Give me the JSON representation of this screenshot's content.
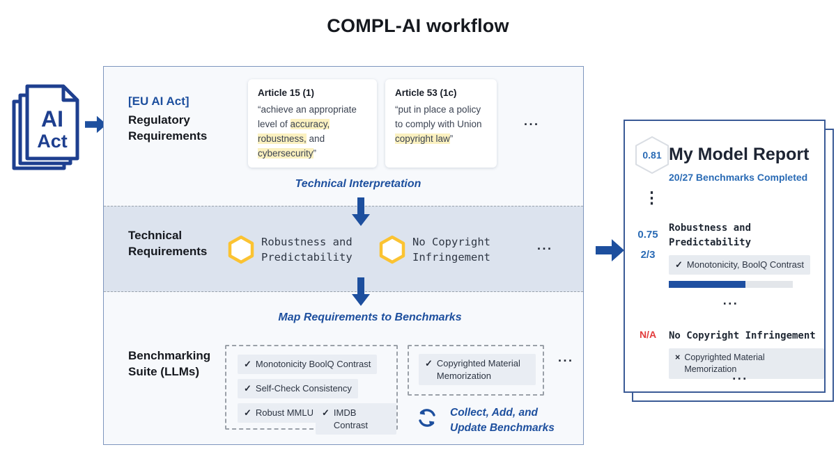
{
  "page": {
    "title": "COMPL-AI workflow"
  },
  "colors": {
    "accent_blue": "#1d4f9e",
    "text_blue": "#2a6bb5",
    "hex_yellow": "#fbc332",
    "highlight_yellow": "#fbf1c0",
    "fail_red": "#e23b3b",
    "band_bg": "#dce3ee"
  },
  "icons": {
    "check": "✓",
    "cross": "×",
    "more": "...",
    "more_v": "⋮"
  },
  "source_doc": {
    "line1": "AI",
    "line2": "Act"
  },
  "flow": {
    "regulatory": {
      "tag": "[EU AI Act]",
      "label": "Regulatory\nRequirements",
      "articles": [
        {
          "title": "Article 15 (1)",
          "segments": [
            {
              "t": "“achieve an appropriate level of ",
              "hl": false
            },
            {
              "t": "accuracy,",
              "hl": true
            },
            {
              "t": " ",
              "hl": false
            },
            {
              "t": "robustness,",
              "hl": true
            },
            {
              "t": " and ",
              "hl": false
            },
            {
              "t": "cybersecurity",
              "hl": true
            },
            {
              "t": "”",
              "hl": false
            }
          ]
        },
        {
          "title": "Article 53 (1c)",
          "segments": [
            {
              "t": "“put in place a policy to comply with Union ",
              "hl": false
            },
            {
              "t": "copyright law",
              "hl": true
            },
            {
              "t": "”",
              "hl": false
            }
          ]
        }
      ]
    },
    "interpretation_label": "Technical Interpretation",
    "technical": {
      "label": "Technical\nRequirements",
      "items": [
        {
          "name": "Robustness and\nPredictability"
        },
        {
          "name": "No Copyright\nInfringement"
        }
      ]
    },
    "mapping_label": "Map Requirements to Benchmarks",
    "benchmarking": {
      "label": "Benchmarking\nSuite (LLMs)",
      "group1": [
        "Monotonicity BoolQ Contrast",
        "Self-Check Consistency",
        "Robust MMLU",
        "IMDB Contrast"
      ],
      "group2": [
        "Copyrighted Material Memorization"
      ],
      "collect_label": "Collect, Add, and\nUpdate Benchmarks"
    }
  },
  "report": {
    "score": "0.81",
    "title": "My Model Report",
    "subtitle": "20/27 Benchmarks Completed",
    "sections": [
      {
        "score": "0.75",
        "count": "2/3",
        "name": "Robustness and\nPredictability",
        "benchmarks": "Monotonicity, BoolQ Contrast",
        "progress": 0.62
      },
      {
        "score": "N/A",
        "name": "No Copyright Infringement",
        "benchmarks": "Copyrighted Material Memorization"
      }
    ]
  }
}
